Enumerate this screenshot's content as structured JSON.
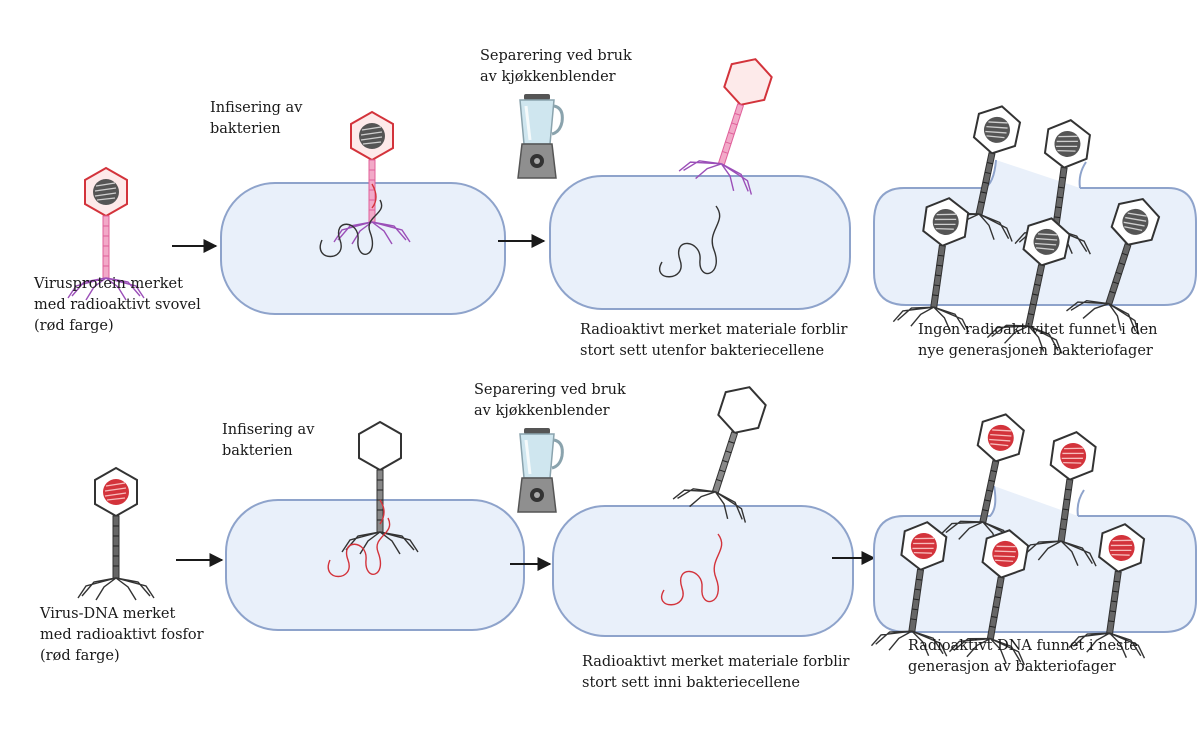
{
  "row1": {
    "start_label": [
      "Virusprotein merket",
      "med radioaktivt svovel",
      "(rød farge)"
    ],
    "infect_label": [
      "Infisering av",
      "bakterien"
    ],
    "blend_label": [
      "Separering ved bruk",
      "av kjøkkenblender"
    ],
    "result_label": [
      "Radioaktivt merket materiale forblir",
      "stort sett utenfor bakteriecellene"
    ],
    "final_label": [
      "Ingen radioaktivitet funnet i den",
      "nye generasjonen bakteriofager"
    ]
  },
  "row2": {
    "start_label": [
      "Virus-DNA merket",
      "med radioaktivt fosfor",
      "(rød farge)"
    ],
    "infect_label": [
      "Infisering av",
      "bakterien"
    ],
    "blend_label": [
      "Separering ved bruk",
      "av kjøkkenblender"
    ],
    "result_label": [
      "Radioaktivt merket materiale forblir",
      "stort sett inni bakteriecellene"
    ],
    "final_label": [
      "Radioaktivt DNA funnet i neste",
      "generasjon av bakteriofager"
    ]
  },
  "colors": {
    "cell_fill": "#e9f0fa",
    "cell_stroke": "#8ea3cb",
    "radio_red": "#d3333b",
    "label_pink": "#e0609a",
    "tail_fiber_purple": "#9b4fb8",
    "dark": "#333333"
  },
  "icons": [
    "bacteriophage-icon",
    "blender-icon",
    "arrow-icon",
    "bacterium-cell-icon",
    "dna-strand-icon"
  ]
}
